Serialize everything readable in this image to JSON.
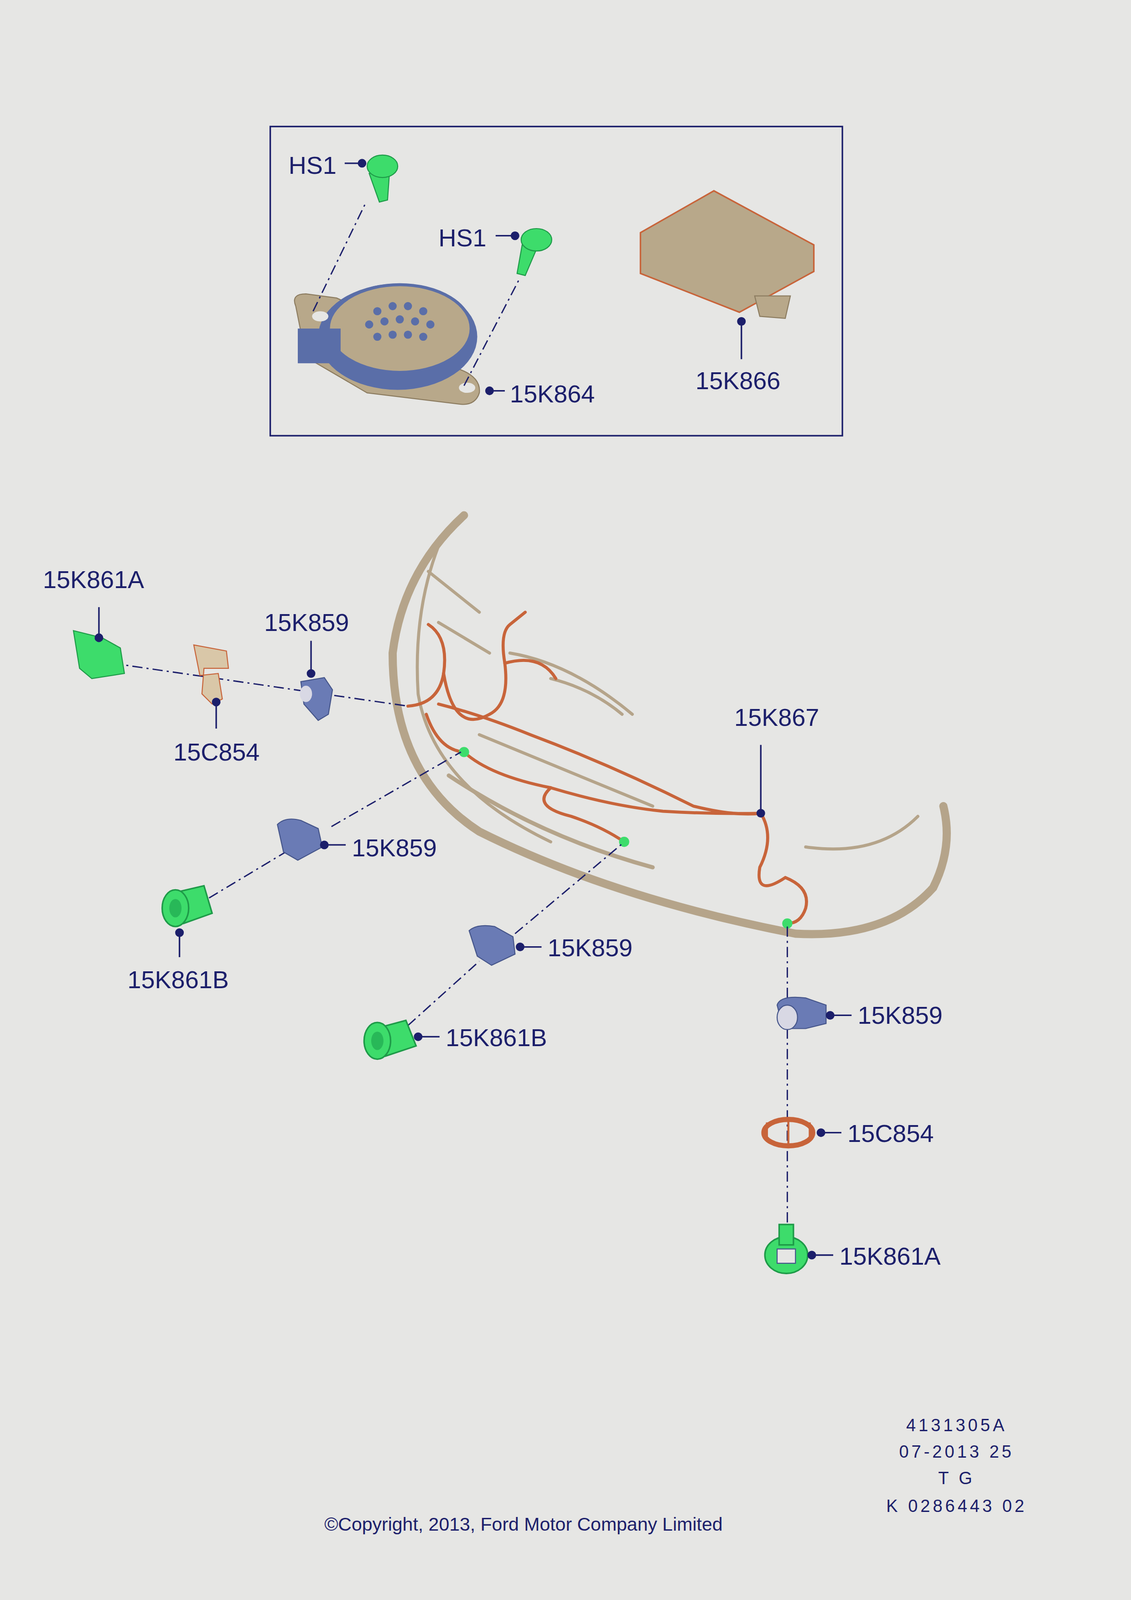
{
  "diagram": {
    "labels": [
      "HS1",
      "HS1",
      "15K864",
      "15K866",
      "15K861A",
      "15K859",
      "15C854",
      "15K867",
      "15K859",
      "15K861B",
      "15K859",
      "15K861B",
      "15K859",
      "15C854",
      "15K861A",
      "4131305A",
      "07-2013 25",
      "T G",
      "K 0286443 02",
      "©Copyright, 2013, Ford Motor Company Limited"
    ]
  }
}
